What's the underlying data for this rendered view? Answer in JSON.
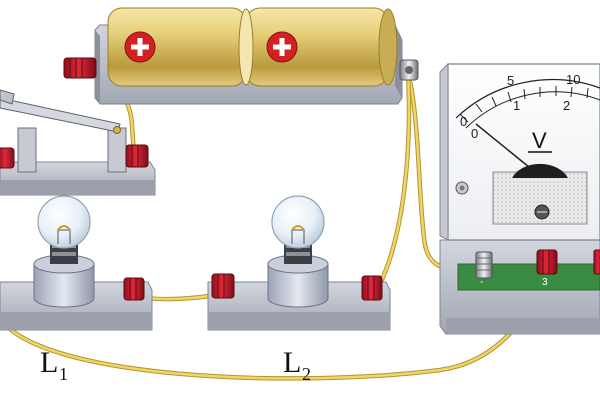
{
  "lamps": [
    {
      "label": "L",
      "subscript": "1"
    },
    {
      "label": "L",
      "subscript": "2"
    }
  ],
  "voltmeter": {
    "unit": "V",
    "scale_top": [
      "5",
      "10"
    ],
    "scale_bottom": [
      "1",
      "2"
    ],
    "terminals": [
      "-",
      "3"
    ]
  },
  "battery": {
    "cell_symbol": "+",
    "cells": 2
  },
  "colors": {
    "wire": "#e8c545",
    "terminal_red": "#c8102e",
    "battery_gold": "#d9c06a",
    "base_grey": "#b9bcc6",
    "meter_green": "#3a8b44",
    "plus_red": "#d42020"
  }
}
